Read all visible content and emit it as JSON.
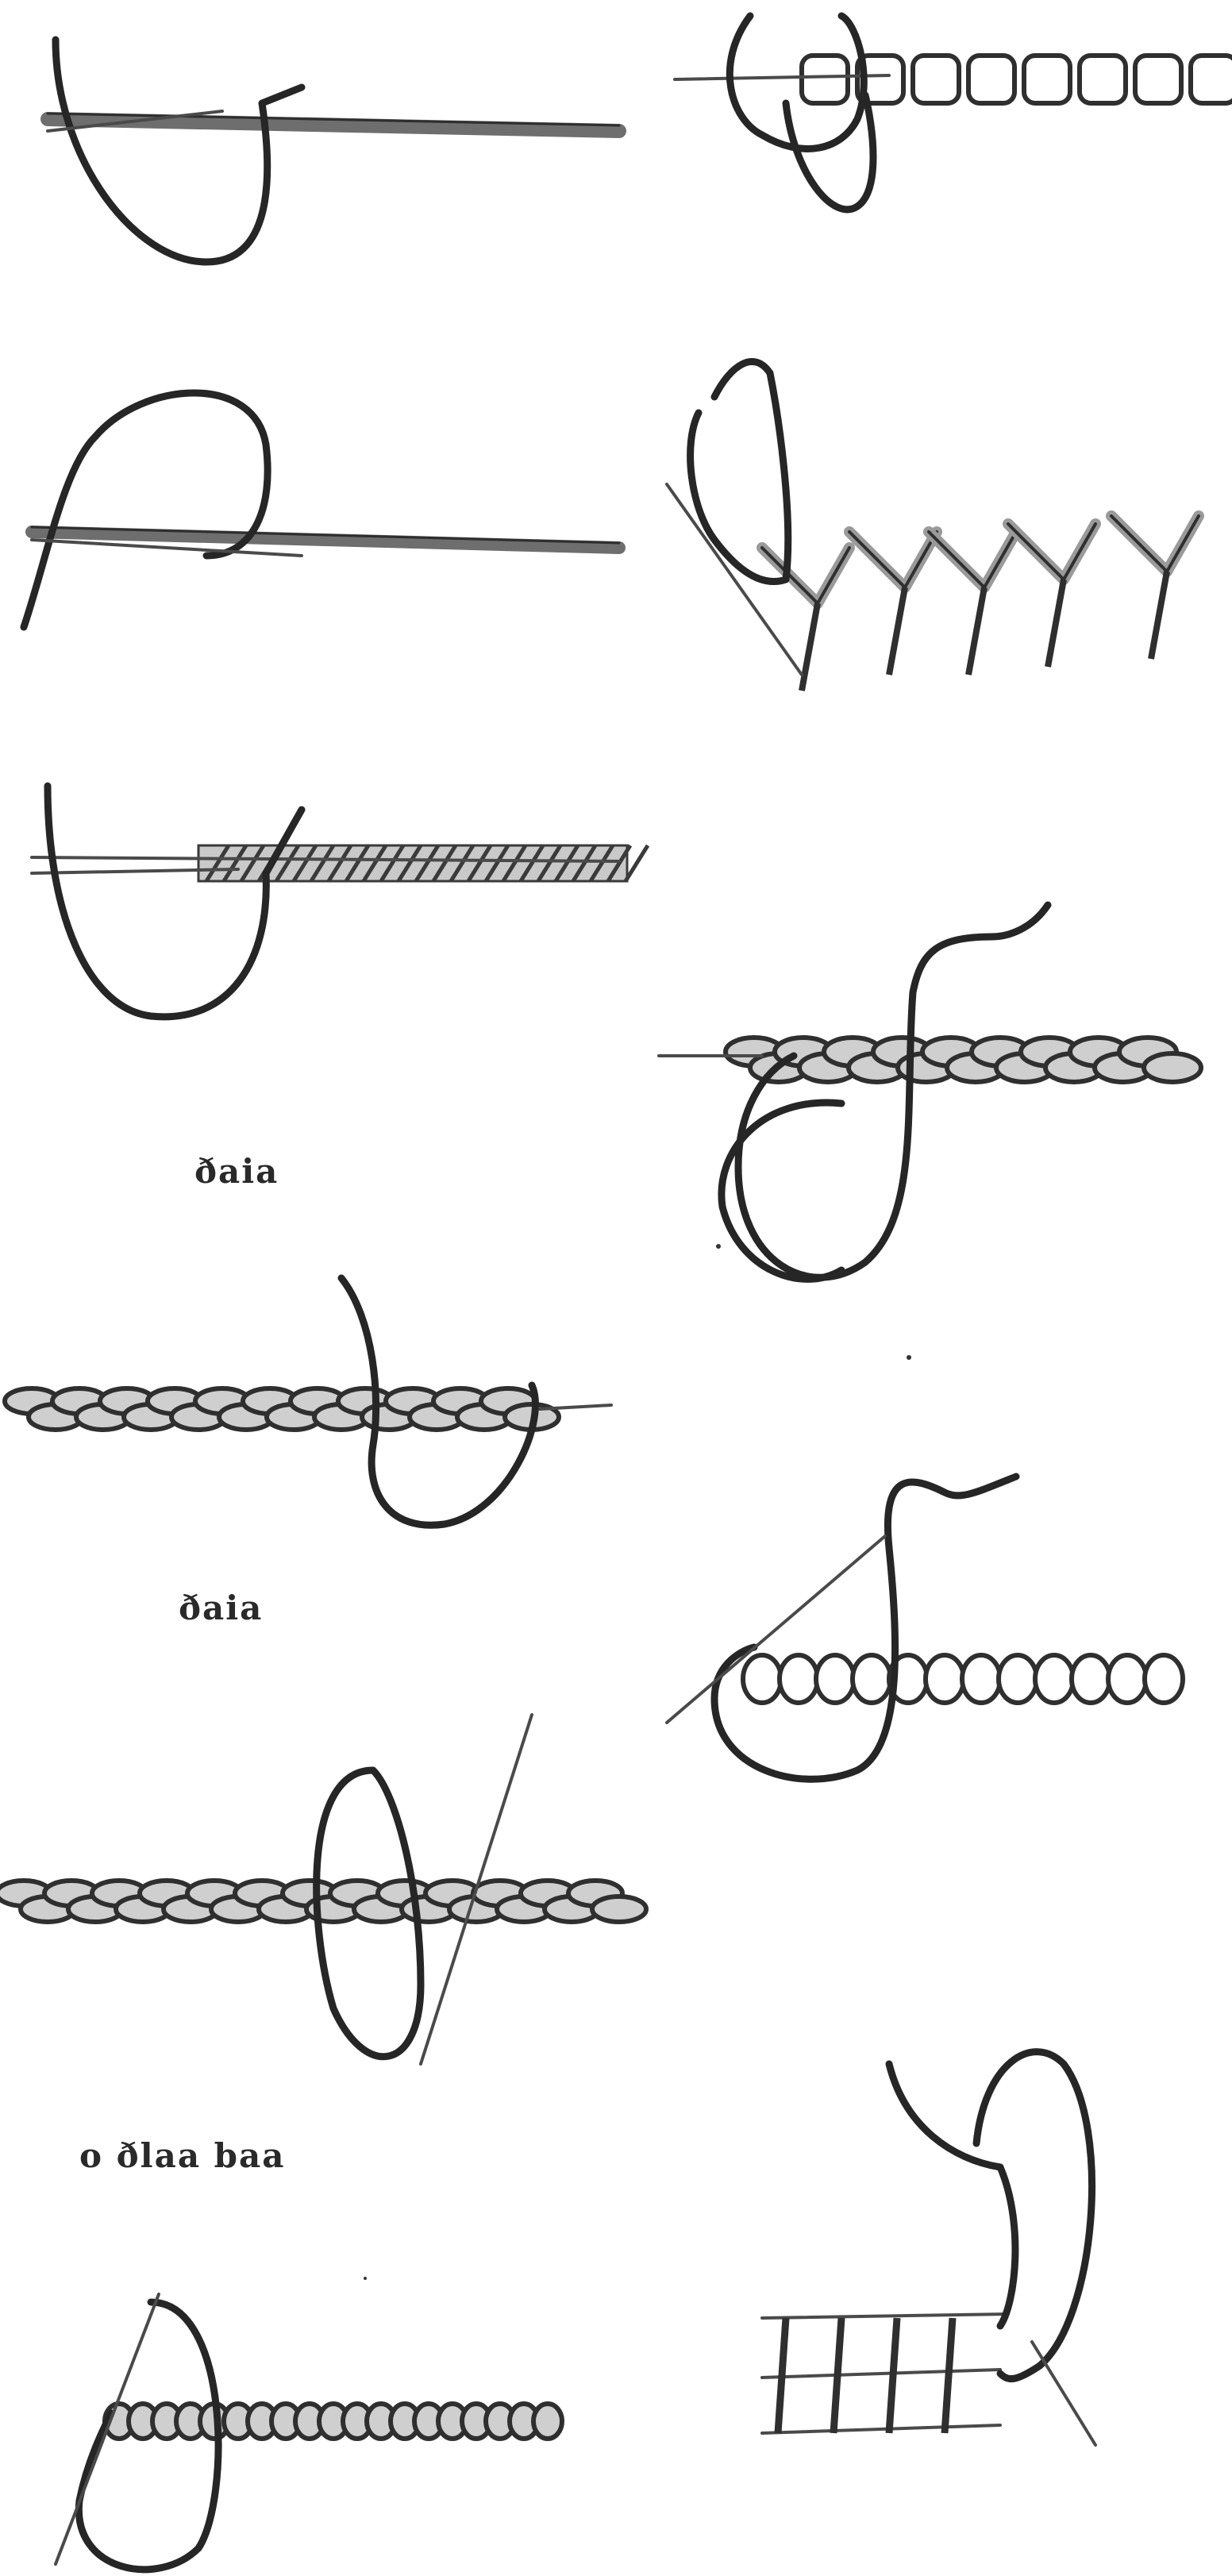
{
  "plate": {
    "ink_color": "#3a3a3a",
    "thread_color": "#262626",
    "fill_color": "#bdbdbd",
    "paper_color": "#ffffff",
    "captions": [
      "ðaia",
      "ðaia",
      "o ðlaa baa"
    ],
    "figures": [
      {
        "name": "stitch-figure-1-stem",
        "interactable": false
      },
      {
        "name": "stitch-figure-2-outline",
        "interactable": false
      },
      {
        "name": "stitch-figure-3-split",
        "interactable": false
      },
      {
        "name": "stitch-figure-4-chain",
        "interactable": false
      },
      {
        "name": "stitch-figure-5-whipped-chain",
        "interactable": false
      },
      {
        "name": "stitch-figure-6-coil",
        "interactable": false
      },
      {
        "name": "stitch-figure-7-open-chain",
        "interactable": false
      },
      {
        "name": "stitch-figure-8-fly",
        "interactable": false
      },
      {
        "name": "stitch-figure-9-twisted-chain",
        "interactable": false
      },
      {
        "name": "stitch-figure-10-rosette-chain",
        "interactable": false
      },
      {
        "name": "stitch-figure-11-ladder",
        "interactable": false
      }
    ]
  }
}
